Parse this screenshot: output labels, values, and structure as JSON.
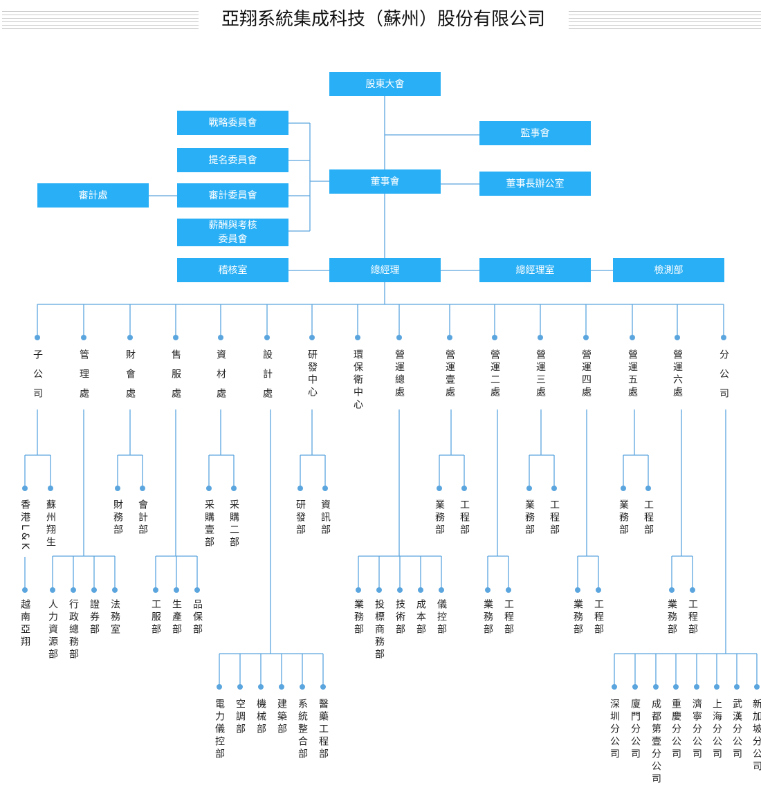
{
  "title": "亞翔系統集成科技（蘇州）股份有限公司",
  "colors": {
    "box": "#29aff5",
    "line": "#5aa5de",
    "text": "#222222"
  },
  "top": {
    "shareholders": "股東大會",
    "supervisors": "監事會",
    "board": "董事會",
    "chairman_office": "董事長辦公室",
    "strategy_committee": "戰略委員會",
    "nomination_committee": "提名委員會",
    "audit_committee": "審計委員會",
    "remuneration_committee_line1": "薪酬與考核",
    "remuneration_committee_line2": "委員會",
    "audit_office": "審計處",
    "internal_audit": "稽核室",
    "general_manager": "總經理",
    "gm_office": "總經理室",
    "testing_dept": "檢測部"
  },
  "divisions": [
    {
      "label": "子公司",
      "children": [
        {
          "label": "香港L&K",
          "children": [
            {
              "label": "越南亞翔"
            }
          ]
        },
        {
          "label": "蘇州翔生"
        }
      ]
    },
    {
      "label": "管理處",
      "children": [
        {
          "label": "人力資源部"
        },
        {
          "label": "行政總務部"
        },
        {
          "label": "證券部"
        },
        {
          "label": "法務室"
        }
      ]
    },
    {
      "label": "財會處",
      "children": [
        {
          "label": "財務部"
        },
        {
          "label": "會計部"
        }
      ]
    },
    {
      "label": "售服處",
      "children": [
        {
          "label": "工服部"
        },
        {
          "label": "生產部"
        },
        {
          "label": "品保部"
        }
      ]
    },
    {
      "label": "資材處",
      "children": [
        {
          "label": "采購壹部"
        },
        {
          "label": "采購二部"
        }
      ]
    },
    {
      "label": "設計處",
      "children": [
        {
          "label": "電力儀控部"
        },
        {
          "label": "空調部"
        },
        {
          "label": "機械部"
        },
        {
          "label": "建築部"
        },
        {
          "label": "系統整合部"
        },
        {
          "label": "醫藥工程部"
        }
      ]
    },
    {
      "label": "研發中心",
      "children": [
        {
          "label": "研發部"
        },
        {
          "label": "資訊部"
        }
      ]
    },
    {
      "label": "環保衛中心",
      "children": []
    },
    {
      "label": "營運總處",
      "children": [
        {
          "label": "業務部"
        },
        {
          "label": "投標商務部"
        },
        {
          "label": "技術部"
        },
        {
          "label": "成本部"
        },
        {
          "label": "儀控部"
        }
      ]
    },
    {
      "label": "營運壹處",
      "children": [
        {
          "label": "業務部"
        },
        {
          "label": "工程部"
        }
      ]
    },
    {
      "label": "營運二處",
      "children": [
        {
          "label": "業務部"
        },
        {
          "label": "工程部"
        }
      ]
    },
    {
      "label": "營運三處",
      "children": [
        {
          "label": "業務部"
        },
        {
          "label": "工程部"
        }
      ]
    },
    {
      "label": "營運四處",
      "children": [
        {
          "label": "業務部"
        },
        {
          "label": "工程部"
        }
      ]
    },
    {
      "label": "營運五處",
      "children": [
        {
          "label": "業務部"
        },
        {
          "label": "工程部"
        }
      ]
    },
    {
      "label": "營運六處",
      "children": [
        {
          "label": "業務部"
        },
        {
          "label": "工程部"
        }
      ]
    },
    {
      "label": "分公司",
      "children": [
        {
          "label": "深圳分公司"
        },
        {
          "label": "廈門分公司"
        },
        {
          "label": "成都第壹分公司"
        },
        {
          "label": "重慶分公司"
        },
        {
          "label": "濟寧分公司"
        },
        {
          "label": "上海分公司"
        },
        {
          "label": "武漢分公司"
        },
        {
          "label": "新加坡分公司"
        }
      ]
    }
  ]
}
